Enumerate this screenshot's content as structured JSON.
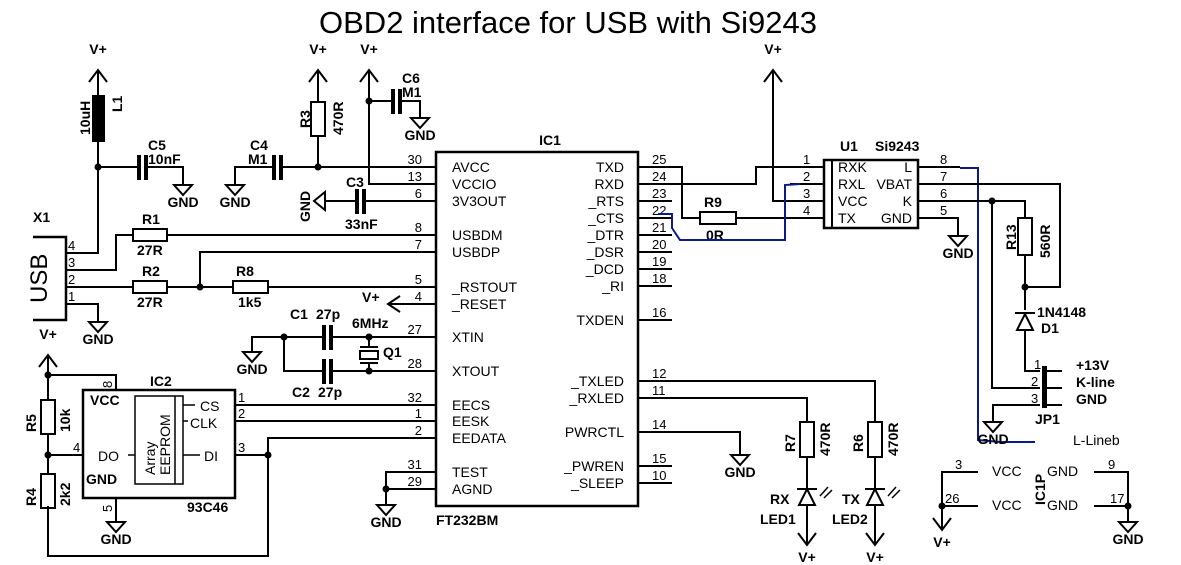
{
  "title": "OBD2 interface for USB with Si9243",
  "power": {
    "vplus": "V+",
    "gnd": "GND"
  },
  "ic1": {
    "ref": "IC1",
    "part": "FT232BM",
    "left_pins": [
      {
        "num": "30",
        "name": "AVCC"
      },
      {
        "num": "13",
        "name": "VCCIO"
      },
      {
        "num": "6",
        "name": "3V3OUT"
      },
      {
        "num": "8",
        "name": "USBDM"
      },
      {
        "num": "7",
        "name": "USBDP"
      },
      {
        "num": "5",
        "name": "_RSTOUT"
      },
      {
        "num": "4",
        "name": "_RESET"
      },
      {
        "num": "27",
        "name": "XTIN"
      },
      {
        "num": "28",
        "name": "XTOUT"
      },
      {
        "num": "32",
        "name": "EECS"
      },
      {
        "num": "1",
        "name": "EESK"
      },
      {
        "num": "2",
        "name": "EEDATA"
      },
      {
        "num": "31",
        "name": "TEST"
      },
      {
        "num": "29",
        "name": "AGND"
      }
    ],
    "right_pins": [
      {
        "num": "25",
        "name": "TXD"
      },
      {
        "num": "24",
        "name": "RXD"
      },
      {
        "num": "23",
        "name": "_RTS"
      },
      {
        "num": "22",
        "name": "_CTS"
      },
      {
        "num": "21",
        "name": "_DTR"
      },
      {
        "num": "20",
        "name": "_DSR"
      },
      {
        "num": "19",
        "name": "_DCD"
      },
      {
        "num": "18",
        "name": "_RI"
      },
      {
        "num": "16",
        "name": "TXDEN"
      },
      {
        "num": "12",
        "name": "_TXLED"
      },
      {
        "num": "11",
        "name": "_RXLED"
      },
      {
        "num": "14",
        "name": "PWRCTL"
      },
      {
        "num": "15",
        "name": "_PWREN"
      },
      {
        "num": "10",
        "name": "_SLEEP"
      }
    ]
  },
  "u1": {
    "ref": "U1",
    "part": "Si9243",
    "left_pins": [
      {
        "num": "1",
        "name": "RXK"
      },
      {
        "num": "2",
        "name": "RXL"
      },
      {
        "num": "3",
        "name": "VCC"
      },
      {
        "num": "4",
        "name": "TX"
      }
    ],
    "right_pins": [
      {
        "num": "8",
        "name": "L"
      },
      {
        "num": "7",
        "name": "VBAT"
      },
      {
        "num": "6",
        "name": "K"
      },
      {
        "num": "5",
        "name": "GND"
      }
    ]
  },
  "ic2": {
    "ref": "IC2",
    "part": "93C46",
    "vcc": "VCC",
    "gnd": "GND",
    "do": "DO",
    "cs": "CS",
    "clk": "CLK",
    "di": "DI",
    "array1": "Array",
    "array2": "EEPROM",
    "pins": {
      "vcc": "8",
      "gnd": "5",
      "do": "4",
      "cs": "1",
      "clk": "2",
      "di": "3"
    }
  },
  "x1": {
    "ref": "X1",
    "label": "USB",
    "pins": [
      "4",
      "3",
      "2",
      "1"
    ]
  },
  "components": {
    "l1": {
      "ref": "L1",
      "value": "10uH"
    },
    "c5": {
      "ref": "C5",
      "value": "10nF"
    },
    "c4": {
      "ref": "C4",
      "value": "M1"
    },
    "r3": {
      "ref": "R3",
      "value": "470R"
    },
    "c6": {
      "ref": "C6",
      "value": "M1"
    },
    "c3": {
      "ref": "C3",
      "value": "33nF"
    },
    "r1": {
      "ref": "R1",
      "value": "27R"
    },
    "r2": {
      "ref": "R2",
      "value": "27R"
    },
    "r8": {
      "ref": "R8",
      "value": "1k5"
    },
    "c1": {
      "ref": "C1",
      "value": "27p"
    },
    "c2": {
      "ref": "C2",
      "value": "27p"
    },
    "q1": {
      "ref": "Q1",
      "value": "6MHz"
    },
    "r5": {
      "ref": "R5",
      "value": "10k"
    },
    "r4": {
      "ref": "R4",
      "value": "2k2"
    },
    "r9": {
      "ref": "R9",
      "value": "0R"
    },
    "r13": {
      "ref": "R13",
      "value": "560R"
    },
    "d1": {
      "ref": "D1",
      "value": "1N4148"
    },
    "r7": {
      "ref": "R7",
      "value": "470R"
    },
    "r6": {
      "ref": "R6",
      "value": "470R"
    },
    "led1": {
      "ref": "LED1",
      "label": "RX"
    },
    "led2": {
      "ref": "LED2",
      "label": "TX"
    }
  },
  "jp1": {
    "ref": "JP1",
    "pins": [
      "1",
      "2",
      "3"
    ],
    "labels": [
      "+13V",
      "K-line",
      "GND"
    ]
  },
  "ic1p": {
    "ref": "IC1P",
    "vcc_pins": [
      "3",
      "26"
    ],
    "gnd_pins": [
      "9",
      "17"
    ],
    "vcc": "VCC",
    "gnd": "GND"
  },
  "annotation": "L-Lineb",
  "colors": {
    "wire": "#000000",
    "manual_wire": "#0a1a8a"
  }
}
